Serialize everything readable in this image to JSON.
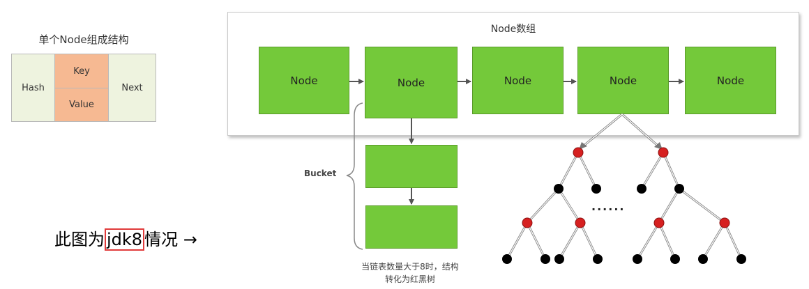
{
  "struct": {
    "title": "单个Node组成结构",
    "hash": "Hash",
    "key": "Key",
    "value": "Value",
    "next": "Next"
  },
  "array": {
    "title": "Node数组",
    "nodes": [
      "Node",
      "Node",
      "Node",
      "Node",
      "Node"
    ]
  },
  "bucket_label": "Bucket",
  "note": {
    "line1": "当链表数量大于8时，结构",
    "line2": "转化为红黑树"
  },
  "ellipsis": "......",
  "caption": {
    "before": "此图为",
    "highlight": "jdk8",
    "after": "情况 →"
  },
  "colors": {
    "node_green": "#74c93a",
    "key_value_orange": "#f6b992",
    "tree_red": "#d62020",
    "tree_black": "#000000",
    "highlight_border": "#e03a3a"
  }
}
